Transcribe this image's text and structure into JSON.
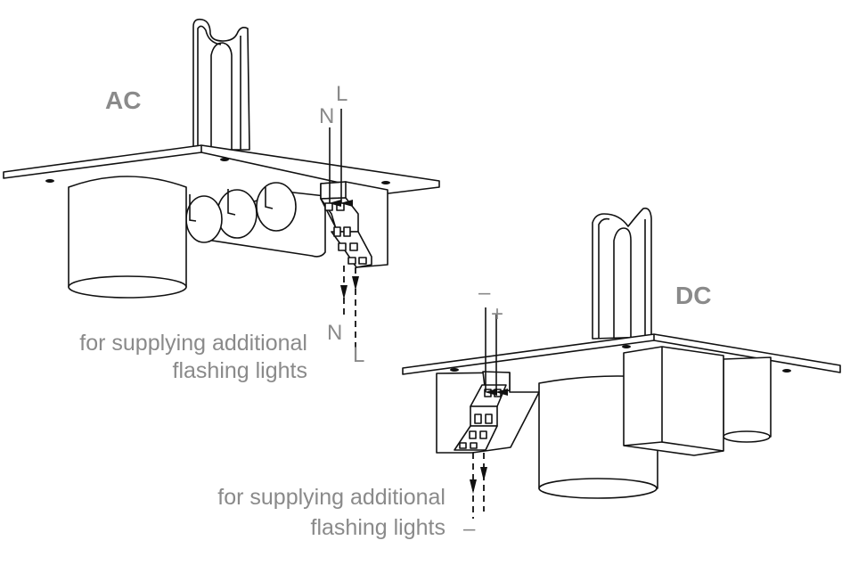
{
  "ac": {
    "title": "AC",
    "in_n": "N",
    "in_l": "L",
    "out_n": "N",
    "out_l": "L",
    "caption_line1": "for supplying additional",
    "caption_line2": "flashing lights"
  },
  "dc": {
    "title": "DC",
    "in_minus": "–",
    "in_plus": "+",
    "out_minus": "–",
    "caption_line1": "for supplying additional",
    "caption_line2": "flashing lights"
  },
  "colors": {
    "label": "#8a8a8a",
    "line": "#111111"
  }
}
